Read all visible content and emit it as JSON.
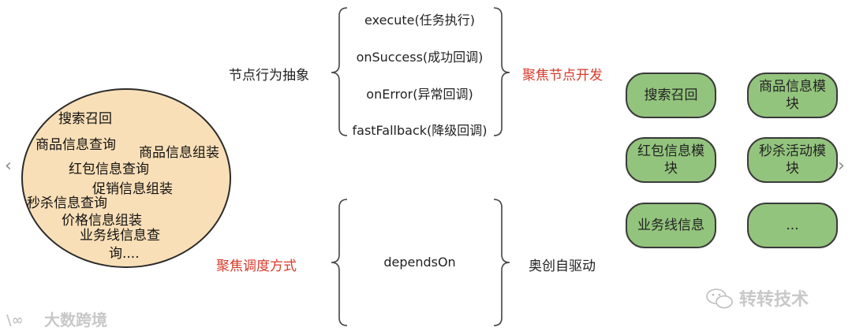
{
  "circle_items": [
    "搜索召回",
    "商品信息查询",
    "商品信息组装",
    "红包信息查询",
    "促销信息组装",
    "秒杀信息查询",
    "价格信息组装",
    "业务线信息查",
    "询...."
  ],
  "top_group": {
    "label": "节点行为抽象",
    "options": [
      "execute(任务执行)",
      "onSuccess(成功回调)",
      "onError(异常回调)",
      "fastFallback(降级回调)"
    ],
    "result": "聚焦节点开发"
  },
  "bottom_group": {
    "label": "聚焦调度方式",
    "option": "dependsOn",
    "result": "奥创自驱动"
  },
  "modules": [
    "搜索召回",
    "商品信息模块",
    "红包信息模块",
    "秒杀活动模块",
    "业务线信息",
    "..."
  ],
  "nav": {
    "prev": "‹",
    "next": "›"
  },
  "watermarks": {
    "left": "大数跨境",
    "right": "转转技术"
  },
  "colors": {
    "circle_fill": "#f9dfb7",
    "module_fill": "#93c47d",
    "highlight": "#d93a2b"
  }
}
